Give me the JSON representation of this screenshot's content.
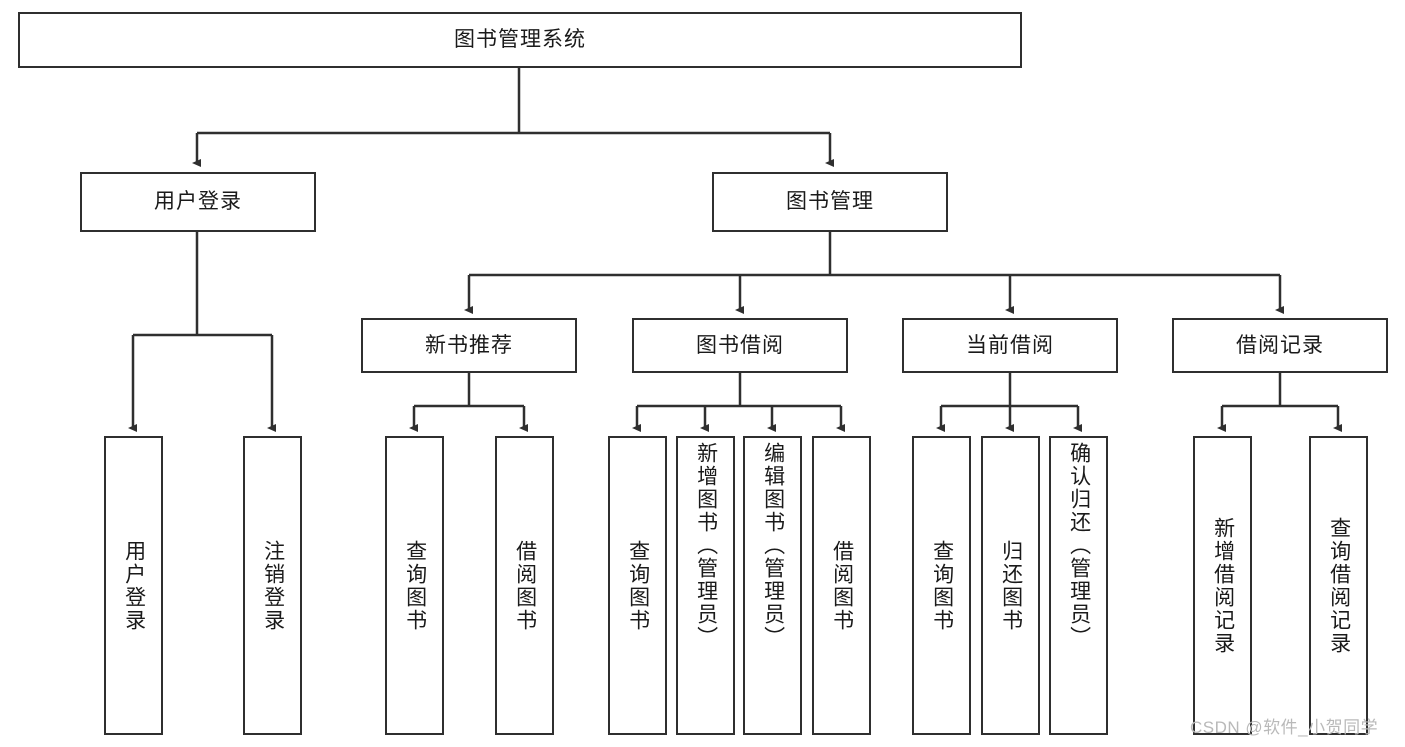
{
  "diagram": {
    "title": "图书管理系统",
    "type": "tree-hierarchy",
    "root": {
      "label": "图书管理系统"
    },
    "level1": [
      {
        "label": "用户登录"
      },
      {
        "label": "图书管理"
      }
    ],
    "level2": [
      {
        "label": "新书推荐"
      },
      {
        "label": "图书借阅"
      },
      {
        "label": "当前借阅"
      },
      {
        "label": "借阅记录"
      }
    ],
    "leaves": {
      "user_login": [
        {
          "label": "用户登录"
        },
        {
          "label": "注销登录"
        }
      ],
      "new_book_recommend": [
        {
          "label": "查询图书"
        },
        {
          "label": "借阅图书"
        }
      ],
      "book_borrow": [
        {
          "label": "查询图书"
        },
        {
          "label": "新增图书（管理员）"
        },
        {
          "label": "编辑图书（管理员）"
        },
        {
          "label": "借阅图书"
        }
      ],
      "current_borrow": [
        {
          "label": "查询图书"
        },
        {
          "label": "归还图书"
        },
        {
          "label": "确认归还（管理员）"
        }
      ],
      "borrow_record": [
        {
          "label": "新增借阅记录"
        },
        {
          "label": "查询借阅记录"
        }
      ]
    }
  },
  "watermark": {
    "text": "CSDN @软件_小贺同学"
  },
  "colors": {
    "stroke": "#2f2f2f",
    "background": "#ffffff",
    "text": "#1a1a1a",
    "watermark": "#b9b9b9"
  }
}
